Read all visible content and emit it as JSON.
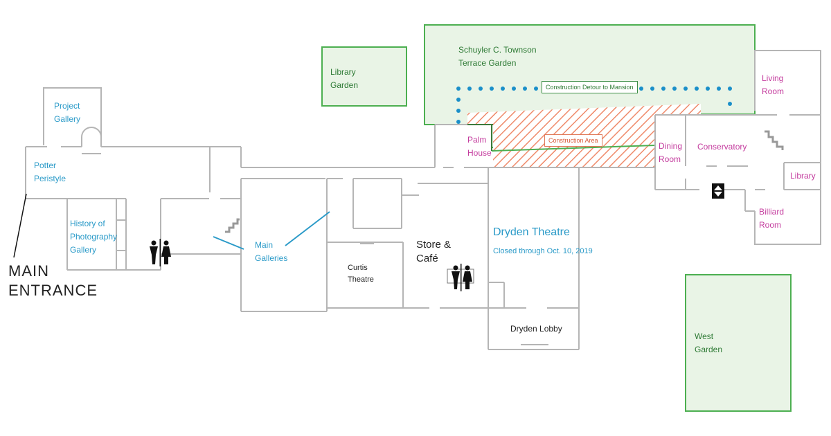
{
  "labels": {
    "main_entrance": [
      "MAIN",
      "ENTRANCE"
    ],
    "project_gallery": [
      "Project",
      "Gallery"
    ],
    "potter_peristyle": [
      "Potter",
      "Peristyle"
    ],
    "history_gallery": [
      "History of",
      "Photography",
      "Gallery"
    ],
    "main_galleries": [
      "Main",
      "Galleries"
    ],
    "curtis_theatre": [
      "Curtis",
      "Theatre"
    ],
    "store_cafe": [
      "Store &",
      "Café"
    ],
    "dryden_theatre": "Dryden Theatre",
    "dryden_closed": "Closed through Oct. 10, 2019",
    "dryden_lobby": "Dryden Lobby",
    "library_garden": [
      "Library",
      "Garden"
    ],
    "terrace_garden": [
      "Schuyler C. Townson",
      "Terrace Garden"
    ],
    "palm_house": [
      "Palm",
      "House"
    ],
    "construction_detour": "Construction Detour to Mansion",
    "construction_area": "Construction Area",
    "dining_room": [
      "Dining",
      "Room"
    ],
    "conservatory": "Conservatory",
    "living_room": [
      "Living",
      "Room"
    ],
    "library": "Library",
    "billiard_room": [
      "Billiard",
      "Room"
    ],
    "west_garden": [
      "West",
      "Garden"
    ]
  },
  "colors": {
    "wall": "#b5b5b5",
    "garden_fill": "#e9f4e6",
    "garden_border": "#4caf50",
    "detour_dots": "#1a8fc9",
    "construction_hatch": "#ef8a6a",
    "label_blue": "#2a9ac8",
    "label_pink": "#c43c9e"
  },
  "icons": {
    "restroom": "restroom-icon",
    "elevator": "elevator-icon",
    "stairs": "stairs-icon"
  }
}
